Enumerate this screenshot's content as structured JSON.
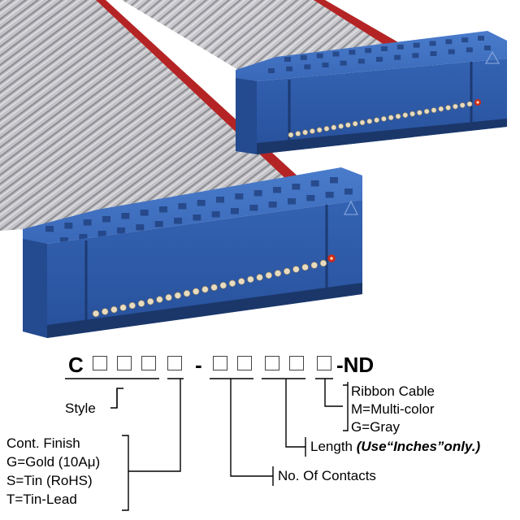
{
  "part_number": {
    "prefix": "C",
    "dash_1": "-",
    "suffix": "-ND"
  },
  "labels": {
    "style": "Style",
    "finish_title": "Cont. Finish",
    "finish_gold": "G=Gold (10Aμ)",
    "finish_tin": "S=Tin (RoHS)",
    "finish_tin_lead": "T=Tin-Lead",
    "contacts": "No. Of Contacts",
    "length": "Length",
    "length_note": "(Use“Inches”only.)",
    "cable": "Ribbon Cable",
    "cable_multicolor": "M=Multi-color",
    "cable_gray": "G=Gray"
  },
  "colors": {
    "connector_blue": "#2f5aa8",
    "cable_gray": "#b8b8bc",
    "cable_red_stripe": "#b02020"
  }
}
